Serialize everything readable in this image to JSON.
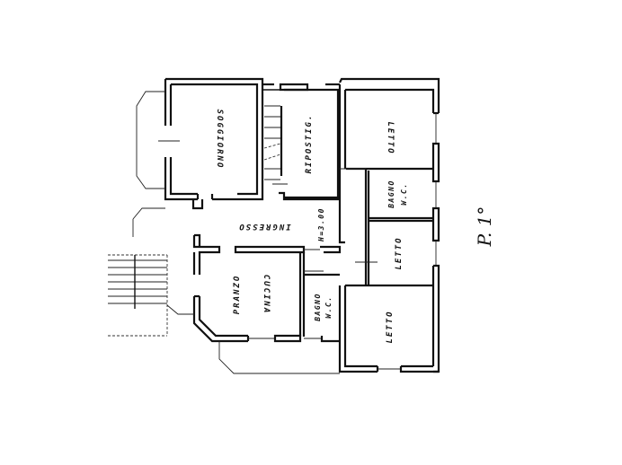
{
  "plan": {
    "floor_label": "P. 1°",
    "rooms": {
      "soggiorno": "SOGGIORNO",
      "ripostiglio": "RIPOSTIG.",
      "letto_top": "LETTO",
      "bagno_top": "BAGNO",
      "bagno_top_wc": "W.C.",
      "ingresso": "INGRESSO",
      "height_note": "H=3.00",
      "letto_mid": "LETTO",
      "pranzo": "PRANZO",
      "cucina": "CUCINA",
      "bagno_bottom": "BAGNO",
      "bagno_bottom_wc": "W.C.",
      "letto_bottom": "LETTO"
    }
  }
}
